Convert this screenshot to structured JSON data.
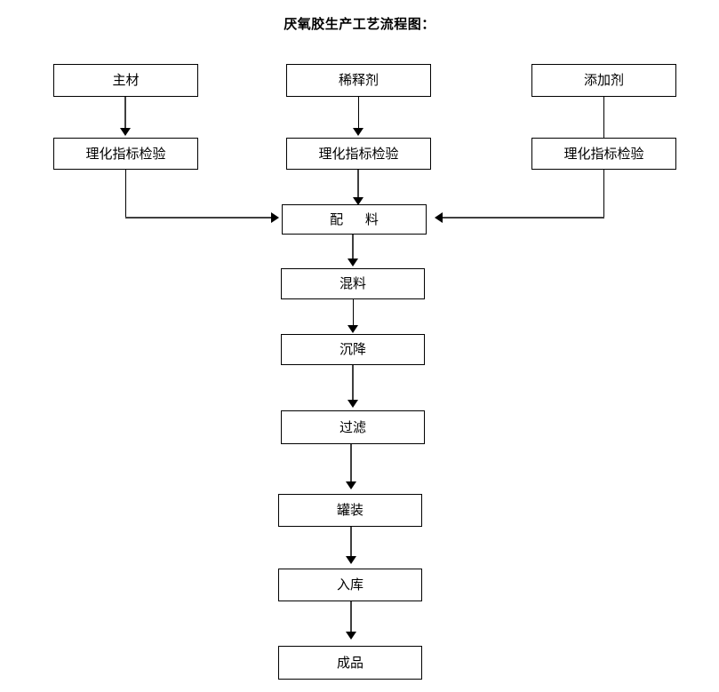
{
  "diagram": {
    "title": "厌氧胶生产工艺流程图：",
    "nodes": {
      "main_material": "主材",
      "main_material_test": "理化指标检验",
      "diluent": "稀释剂",
      "diluent_test": "理化指标检验",
      "additive": "添加剂",
      "additive_test": "理化指标检验",
      "batching": "配 料",
      "mixing": "混料",
      "settling": "沉降",
      "filtering": "过滤",
      "filling": "罐装",
      "warehousing": "入库",
      "finished_product": "成品"
    },
    "colors": {
      "box_border": "#000000",
      "box_fill": "#ffffff",
      "connector": "#3f3f3f",
      "text": "#000000",
      "background": "#ffffff"
    }
  }
}
